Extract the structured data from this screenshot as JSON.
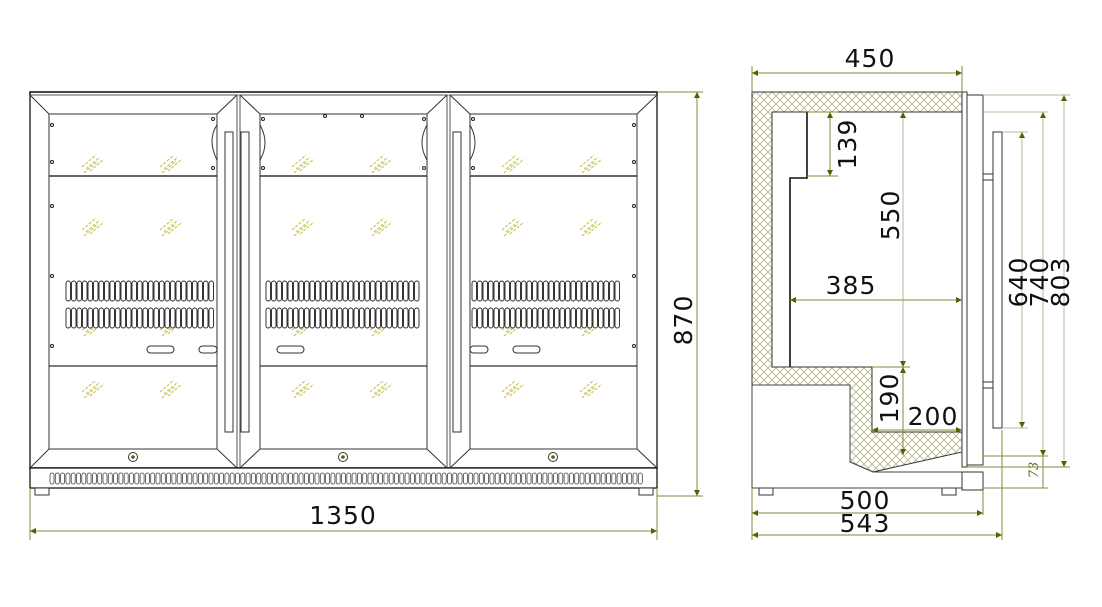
{
  "drawing": {
    "front_view": {
      "doors": 3,
      "width_label": "1350",
      "height_label": "870"
    },
    "side_view": {
      "depth_top_label": "450",
      "shelf_step_label": "139",
      "interior_height_label": "550",
      "interior_depth_label": "385",
      "compressor_height_label": "190",
      "compressor_depth_label": "200",
      "door_handle_label": "640",
      "door_height_label": "740",
      "overall_height_label": "803",
      "base_label": "73",
      "depth_body_label": "500",
      "depth_overall_label": "543"
    },
    "colors": {
      "line": "#1a1a1a",
      "frame_gray": "#8a8a8a",
      "dimension": "#8a8a3a",
      "arrow": "#5c5c00",
      "glass_hatch": "#c8bf50",
      "insulation": "#b9b88a"
    }
  }
}
